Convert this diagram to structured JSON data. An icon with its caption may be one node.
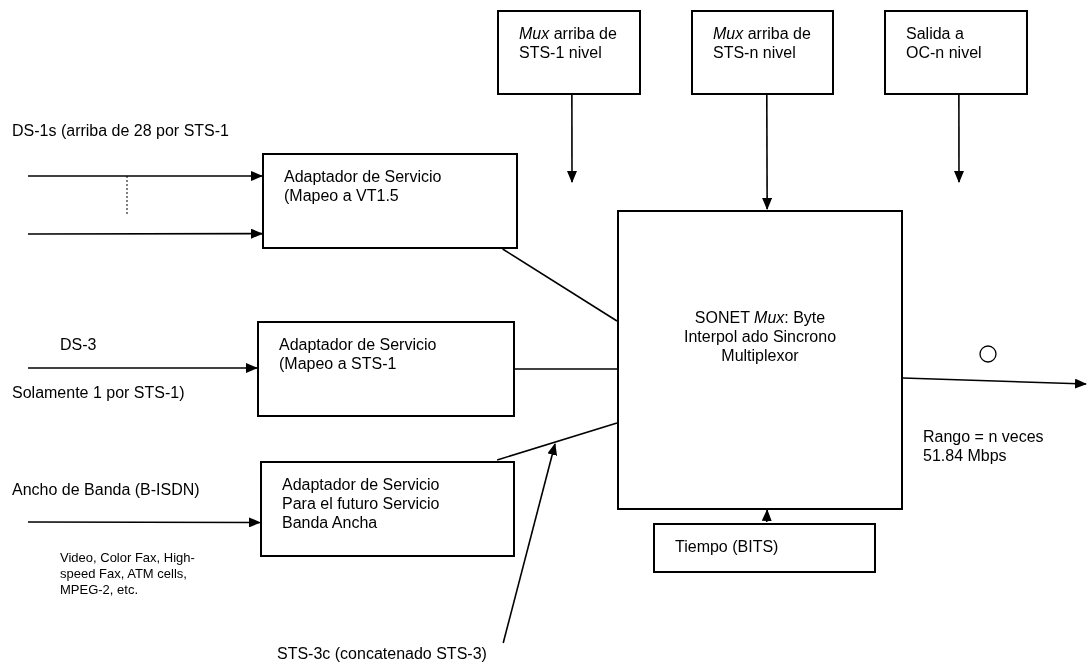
{
  "diagram": {
    "nodes": [
      {
        "text": [
          "*Mux* arriba de STS-1 nivel"
        ]
      },
      {
        "text": [
          "*Mux* arriba de STS-n nivel"
        ]
      },
      {
        "text": [
          "Salida a OC-n nivel"
        ]
      },
      {
        "text": [
          "Adaptador de Servicio (Mapeo a VT1.5"
        ]
      },
      {
        "text": [
          "Adaptador de Servicio (Mapeo a STS-1"
        ]
      },
      {
        "text": [
          "Adaptador de Servicio Para el futuro Servicio Banda Ancha"
        ]
      },
      {
        "text": [
          "SONET *Mux*: Byte Interpol ado Sincrono Multiplexor"
        ]
      },
      {
        "text": [
          "Tiempo (BITS)"
        ]
      },
      {
        "text": [
          "STS-3c (concatenado STS-3)"
        ]
      }
    ],
    "edges": [
      {
        "from": null,
        "to": 3,
        "arrow": "to"
      },
      {
        "from": null,
        "to": 3,
        "arrow": "to"
      },
      {
        "from": null,
        "to": 4,
        "arrow": "to"
      },
      {
        "from": null,
        "to": 5,
        "arrow": "to"
      },
      {
        "from": 3,
        "to": 6,
        "arrow": "none"
      },
      {
        "from": 4,
        "to": 6,
        "arrow": "none"
      },
      {
        "from": 5,
        "to": 6,
        "arrow": "none"
      },
      {
        "from": 8,
        "to": null,
        "arrow": "to"
      },
      {
        "from": 0,
        "to": null,
        "arrow": "to"
      },
      {
        "from": 1,
        "to": 6,
        "arrow": "to"
      },
      {
        "from": 2,
        "to": null,
        "arrow": "to"
      },
      {
        "from": 6,
        "to": null,
        "arrow": "to"
      },
      {
        "from": 7,
        "to": 6,
        "arrow": "to"
      }
    ],
    "labels": [
      "DS-1s (arriba de 28 por STS-1",
      "DS-3",
      "Solamente 1 por STS-1)",
      "Ancho de Banda (B-ISDN)",
      "Video, Color Fax, High-speed Fax, ATM cells, MPEG-2, etc.",
      "Rango = n veces 51.84 Mbps"
    ]
  }
}
